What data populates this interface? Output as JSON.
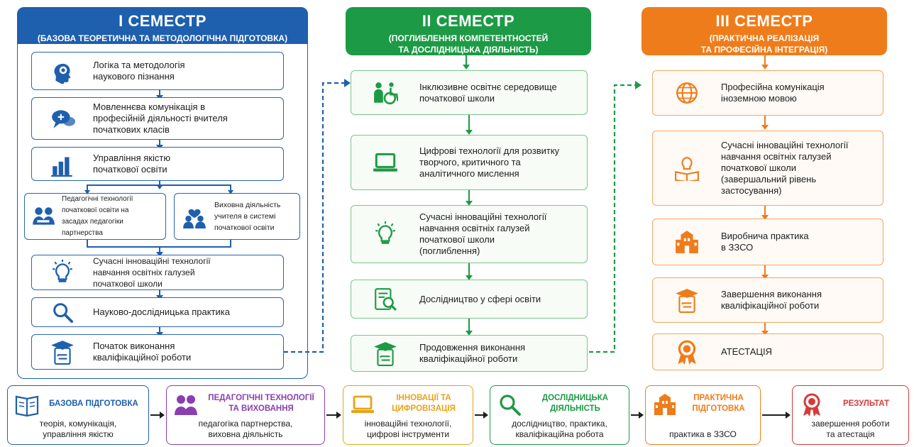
{
  "semester1": {
    "title": "І СЕМЕСТР",
    "subtitle": "(БАЗОВА ТЕОРЕТИЧНА ТА МЕТОДОЛОГІЧНА ПІДГОТОВКА)",
    "items": [
      {
        "icon": "head-gear-icon",
        "label": "Логіка та методологія\nнаукового пізнання"
      },
      {
        "icon": "speech-bubbles-icon",
        "label": "Мовленнєва комунікація в\nпрофесійній діяльності вчителя\nпочаткових класів"
      },
      {
        "icon": "bar-chart-icon",
        "label": "Управління якістю\nпочаткової освіти"
      },
      {
        "icon": "partnership-icon",
        "label": "Педагогічні технології\nпочаткової освіти на\nзасадах педагогіки\nпартнерства"
      },
      {
        "icon": "family-heart-icon",
        "label": "Виховна діяльність\nучителя в системі\nпочаткової освіти"
      },
      {
        "icon": "lightbulb-icon",
        "label": "Сучасні інноваційні технології\nнавчання освітніх галузей\nпочаткової школи"
      },
      {
        "icon": "magnifier-icon",
        "label": "Науково-дослідницька практика"
      },
      {
        "icon": "graduation-checklist-icon",
        "label": "Початок виконання\nкваліфікаційної роботи"
      }
    ]
  },
  "semester2": {
    "title": "ІІ СЕМЕСТР",
    "subtitle": "(ПОГЛИБЛЕННЯ КОМПЕТЕНТНОСТЕЙ\nТА ДОСЛІДНИЦЬКА ДІЯЛЬНІСТЬ)",
    "items": [
      {
        "icon": "inclusion-icon",
        "label": "Інклюзивне освітнє середовище\nпочаткової школи"
      },
      {
        "icon": "laptop-icon",
        "label": "Цифрові технології для розвитку\nтворчого, критичного та\nаналітичного мислення"
      },
      {
        "icon": "lightbulb-icon",
        "label": "Сучасні інноваційні технології\nнавчання освітніх галузей\nпочаткової школи\n(поглиблення)"
      },
      {
        "icon": "document-search-icon",
        "label": "Дослідництво у сфері освіти"
      },
      {
        "icon": "graduation-checklist-icon",
        "label": "Продовження виконання\nкваліфікаційної роботи"
      }
    ]
  },
  "semester3": {
    "title": "ІІІ СЕМЕСТР",
    "subtitle": "(ПРАКТИЧНА РЕАЛІЗАЦІЯ\nТА ПРОФЕСІЙНА ІНТЕГРАЦІЯ)",
    "items": [
      {
        "icon": "globe-icon",
        "label": "Професійна комунікація\nіноземною мовою"
      },
      {
        "icon": "lightbulb-book-icon",
        "label": "Сучасні інноваційні технології\nнавчання освітніх галузей\nпочаткової школи\n(завершальний рівень\nзастосування)"
      },
      {
        "icon": "school-building-icon",
        "label": "Виробнича практика\nв ЗЗСО"
      },
      {
        "icon": "graduation-checklist-icon",
        "label": "Завершення виконання\nкваліфікаційної роботи"
      },
      {
        "icon": "award-icon",
        "label": "АТЕСТАЦІЯ"
      }
    ]
  },
  "summary": [
    {
      "icon": "book-icon",
      "title": "БАЗОВА ПІДГОТОВКА",
      "text": "теорія, комунікація,\nуправління якістю",
      "color": "#1e5fae"
    },
    {
      "icon": "people-icon",
      "title": "ПЕДАГОГІЧНІ ТЕХНОЛОГІЇ\nТА ВИХОВАННЯ",
      "text": "педагогіка партнерства,\nвиховна діяльність",
      "color": "#8a3fb0"
    },
    {
      "icon": "laptop-icon",
      "title": "ІННОВАЦІЇ ТА\nЦИФРОВІЗАЦІЯ",
      "text": "інноваційні технології,\nцифрові інструменти",
      "color": "#e8a317"
    },
    {
      "icon": "magnifier-icon",
      "title": "ДОСЛІДНИЦЬКА\nДІЯЛЬНІСТЬ",
      "text": "дослідництво, практика,\nкваліфікаційна робота",
      "color": "#1d9a45"
    },
    {
      "icon": "school-building-icon",
      "title": "ПРАКТИЧНА\nПІДГОТОВКА",
      "text": "практика в ЗЗСО",
      "color": "#ef7c1a"
    },
    {
      "icon": "award-icon",
      "title": "РЕЗУЛЬТАТ",
      "text": "завершення роботи\nта атестація",
      "color": "#d63a3a"
    }
  ],
  "colors": {
    "blue": "#1e5fae",
    "green": "#1d9a45",
    "orange": "#ef7c1a",
    "purple": "#8a3fb0",
    "yellow": "#e8a317",
    "red": "#d63a3a"
  }
}
